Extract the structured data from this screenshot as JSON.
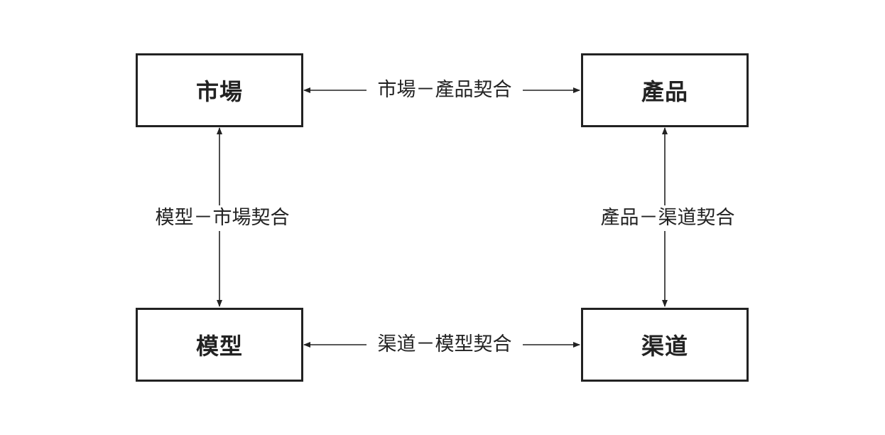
{
  "nodes": {
    "market": "市場",
    "product": "產品",
    "model": "模型",
    "channel": "渠道"
  },
  "edges": {
    "market_product": "市場－產品契合",
    "model_market": "模型－市場契合",
    "product_channel": "產品－渠道契合",
    "channel_model": "渠道－模型契合"
  },
  "colors": {
    "stroke": "#222222",
    "background": "#ffffff"
  }
}
